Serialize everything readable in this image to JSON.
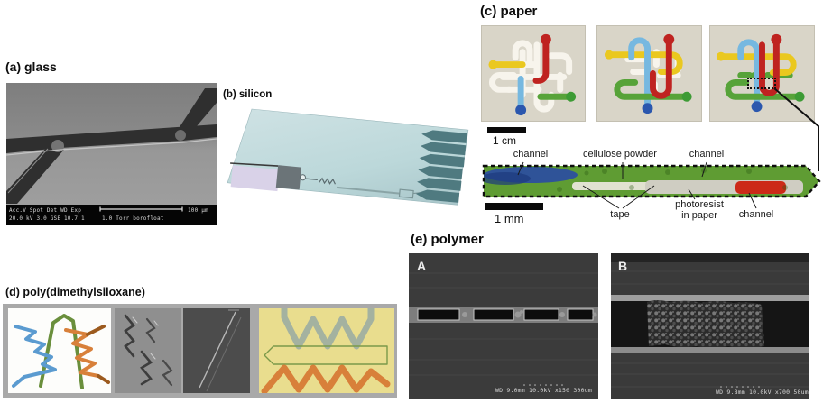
{
  "figure": {
    "panel_a": {
      "title": "(a) glass",
      "sem_bar": {
        "header": "Acc.V  Spot Det  WD  Exp",
        "values": "20.0 kV 3.0  GSE 10.7 1",
        "condition": "1.0 Torr borofloat",
        "scale": "100 μm"
      }
    },
    "panel_b": {
      "title": "(b) silicon"
    },
    "panel_c": {
      "title": "(c) paper",
      "scale_top": "1 cm",
      "scale_bottom": "1 mm",
      "labels": {
        "channel_top_left": "channel",
        "cellulose_powder": "cellulose powder",
        "channel_top_right": "channel",
        "tape": "tape",
        "photoresist_line1": "photoresist",
        "photoresist_line2": "in paper",
        "channel_bottom": "channel"
      }
    },
    "panel_d": {
      "title": "(d) poly(dimethylsiloxane)"
    },
    "panel_e": {
      "title": "(e) polymer",
      "label_a": "A",
      "label_b": "B",
      "sem_text_a": "WD 9.0mm 10.0kV x150  300um",
      "sem_text_b": "WD 9.8mm 10.0kV x700  50um"
    }
  },
  "colors": {
    "paper_bg": "#d9d5c8",
    "channel_white": "#f7f4ec",
    "channel_yellow": "#eac81f",
    "channel_red": "#bf2320",
    "channel_blue": "#76b8e0",
    "dot_blue": "#2b57ae",
    "channel_green": "#57a339",
    "dot_green": "#3d9b35",
    "strip_green": "#5f9c33",
    "strip_blue": "#2c4f9e",
    "strip_red": "#cc2a18",
    "silicon_body": "#bcd8da",
    "silicon_arrow": "#4f7a80",
    "silicon_pad": "#d9d2e8",
    "pdms_yellow": "#e9dd8e",
    "pdms_orange": "#d8803a"
  }
}
